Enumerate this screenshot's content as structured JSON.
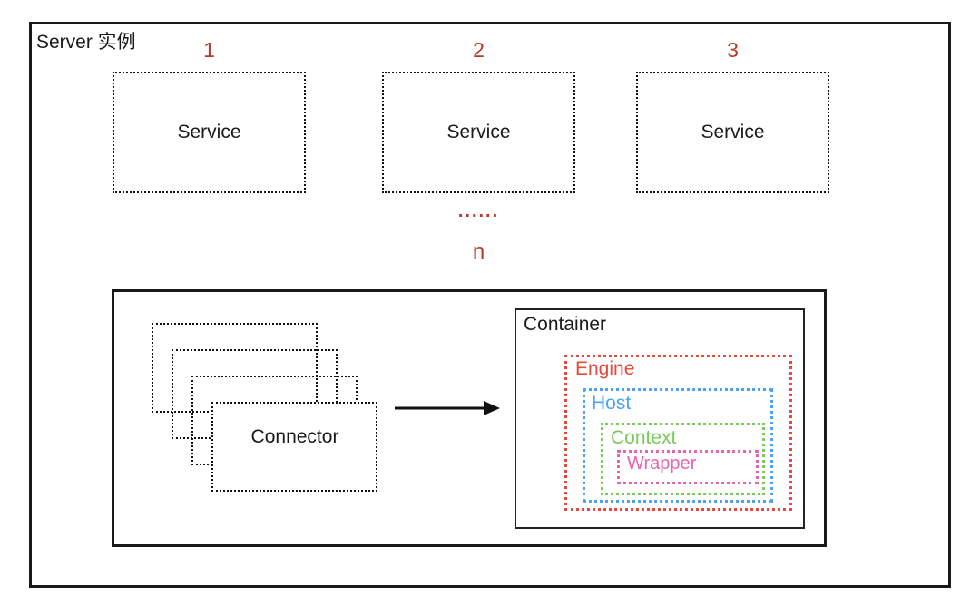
{
  "diagram": {
    "server": {
      "label": "Server 实例"
    },
    "services": [
      {
        "number": "1",
        "label": "Service"
      },
      {
        "number": "2",
        "label": "Service"
      },
      {
        "number": "3",
        "label": "Service"
      }
    ],
    "ellipsis": "......",
    "nth": "n",
    "detail": {
      "connector": {
        "label": "Connector",
        "stack_count": 4
      },
      "arrow_icon": "right-arrow",
      "container": {
        "label": "Container",
        "engine": {
          "label": "Engine",
          "color": "#e8493a"
        },
        "host": {
          "label": "Host",
          "color": "#4da3f7"
        },
        "context": {
          "label": "Context",
          "color": "#77cb56"
        },
        "wrapper": {
          "label": "Wrapper",
          "color": "#ea63ae"
        }
      }
    },
    "colors": {
      "accent_red": "#b53a2b",
      "line": "#1a1a1a"
    }
  }
}
